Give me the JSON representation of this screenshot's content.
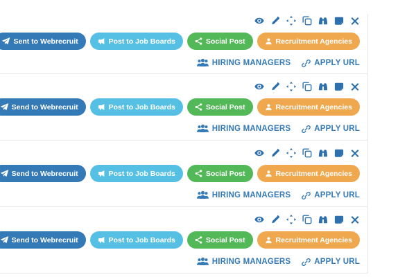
{
  "colors": {
    "primary_blue": "#337ab7",
    "light_blue": "#55c0e4",
    "green": "#53b857",
    "orange": "#f0a84e",
    "icon_blue": "#2e6fad",
    "link_blue": "#337ab7",
    "divider": "#e8e8e8"
  },
  "toolbar_icons": [
    {
      "name": "eye-icon",
      "meaning": "view"
    },
    {
      "name": "pencil-icon",
      "meaning": "edit"
    },
    {
      "name": "move-icon",
      "meaning": "move"
    },
    {
      "name": "clone-icon",
      "meaning": "duplicate"
    },
    {
      "name": "binoculars-icon",
      "meaning": "search"
    },
    {
      "name": "sticky-note-icon",
      "meaning": "notes"
    },
    {
      "name": "close-icon",
      "meaning": "remove"
    }
  ],
  "rows": [
    {
      "buttons": [
        {
          "label": "Sent to Webrecruit",
          "icon": "paper-plane"
        },
        {
          "label": "Post to Job Boards",
          "icon": "bullhorn"
        },
        {
          "label": "Social Post",
          "icon": "share"
        },
        {
          "label": "Recruitment Agencies",
          "icon": "user"
        }
      ],
      "links": [
        {
          "label": "HIRING MANAGERS",
          "icon": "users"
        },
        {
          "label": "APPLY URL",
          "icon": "link"
        }
      ]
    },
    {
      "buttons": [
        {
          "label": "Send to Webrecruit",
          "icon": "paper-plane"
        },
        {
          "label": "Post to Job Boards",
          "icon": "bullhorn"
        },
        {
          "label": "Social Post",
          "icon": "share"
        },
        {
          "label": "Recruitment Agencies",
          "icon": "user"
        }
      ],
      "links": [
        {
          "label": "HIRING MANAGERS",
          "icon": "users"
        },
        {
          "label": "APPLY URL",
          "icon": "link"
        }
      ]
    },
    {
      "buttons": [
        {
          "label": "Send to Webrecruit",
          "icon": "paper-plane"
        },
        {
          "label": "Post to Job Boards",
          "icon": "bullhorn"
        },
        {
          "label": "Social Post",
          "icon": "share"
        },
        {
          "label": "Recruitment Agencies",
          "icon": "user"
        }
      ],
      "links": [
        {
          "label": "HIRING MANAGERS",
          "icon": "users"
        },
        {
          "label": "APPLY URL",
          "icon": "link"
        }
      ]
    },
    {
      "buttons": [
        {
          "label": "Send to Webrecruit",
          "icon": "paper-plane"
        },
        {
          "label": "Post to Job Boards",
          "icon": "bullhorn"
        },
        {
          "label": "Social Post",
          "icon": "share"
        },
        {
          "label": "Recruitment Agencies",
          "icon": "user"
        }
      ],
      "links": [
        {
          "label": "HIRING MANAGERS",
          "icon": "users"
        },
        {
          "label": "APPLY URL",
          "icon": "link"
        }
      ]
    }
  ]
}
